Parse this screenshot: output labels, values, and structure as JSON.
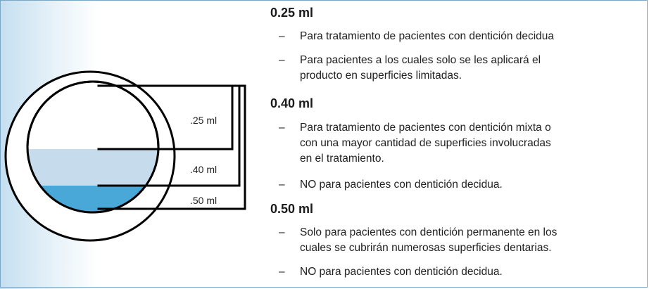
{
  "diagram": {
    "labels": [
      ".25 ml",
      ".40 ml",
      ".50 ml"
    ],
    "colors": {
      "fill_light": "#c6dbeb",
      "fill_dark": "#4aa8d8",
      "stroke": "#000000"
    }
  },
  "sections": [
    {
      "heading": "0.25 ml",
      "bullets": [
        [
          "Para tratamiento de pacientes con dentición decidua"
        ],
        [
          "Para pacientes a los cuales solo se les aplicará el",
          "producto en superficies limitadas."
        ]
      ]
    },
    {
      "heading": "0.40 ml",
      "bullets": [
        [
          "Para tratamiento de pacientes con dentición mixta o",
          "con una mayor cantidad de superficies involucradas",
          "en el tratamiento."
        ],
        [
          "NO para pacientes con dentición decidua."
        ]
      ]
    },
    {
      "heading": "0.50 ml",
      "bullets": [
        [
          "Solo para pacientes con dentición permanente en los",
          "cuales se cubrirán numerosas superficies dentarias."
        ],
        [
          "NO para pacientes con dentición decidua."
        ]
      ]
    }
  ],
  "dash": "–"
}
